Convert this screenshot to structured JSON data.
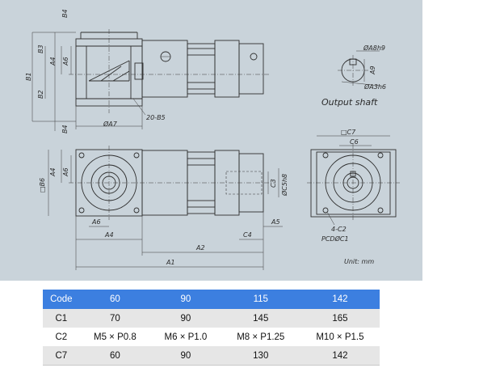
{
  "drawing": {
    "caption_output_shaft": "Output shaft",
    "caption_unit": "Unit: mm",
    "dims": {
      "B4": "B4",
      "B3": "B3",
      "B1": "B1",
      "B2": "B2",
      "A4": "A4",
      "A6": "A6",
      "A7": "ØA7",
      "B5": "20-B5",
      "A8": "ØA8h9",
      "A9": "A9",
      "A3": "ØA3h6",
      "C7": "□C7",
      "C6": "C6",
      "B6": "□B6",
      "C3": "C3",
      "C5": "ØC5h8",
      "A5": "A5",
      "C4": "C4",
      "A2": "A2",
      "A1": "A1",
      "C2": "4-C2",
      "C1": "PCDØC1"
    }
  },
  "table": {
    "headers": [
      "Code",
      "60",
      "90",
      "115",
      "142"
    ],
    "rows": [
      [
        "C1",
        "70",
        "90",
        "145",
        "165"
      ],
      [
        "C2",
        "M5 × P0.8",
        "M6 × P1.0",
        "M8 × P1.25",
        "M10 × P1.5"
      ],
      [
        "C7",
        "60",
        "90",
        "130",
        "142"
      ]
    ]
  }
}
